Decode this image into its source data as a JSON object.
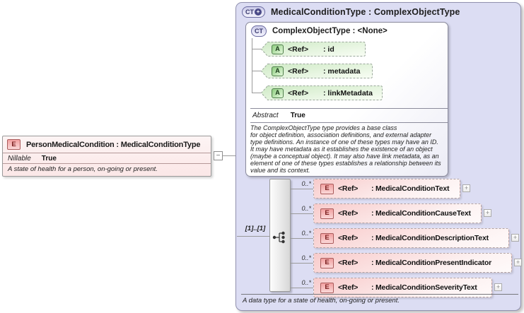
{
  "diagram": {
    "element": {
      "icon": "E",
      "title": "PersonMedicalCondition : MedicalConditionType",
      "property_label": "Nillable",
      "property_value": "True",
      "annotation": "A state of health for a person, on-going or present."
    },
    "type_box": {
      "icon": "CT",
      "icon_badge": "+",
      "title": "MedicalConditionType : ComplexObjectType",
      "annotation": "A data type for a state of health, on-going or present.",
      "base_type": {
        "icon": "CT",
        "title": "ComplexObjectType : <None>",
        "attributes": [
          {
            "icon": "A",
            "ref": "<Ref>",
            "name": ": id"
          },
          {
            "icon": "A",
            "ref": "<Ref>",
            "name": ": metadata"
          },
          {
            "icon": "A",
            "ref": "<Ref>",
            "name": ": linkMetadata"
          }
        ],
        "property_label": "Abstract",
        "property_value": "True",
        "annotation": "The ComplexObjectType type provides a base class\nfor object definition, association definitions, and external adapter\ntype definitions. An instance of one of these types may have an ID.\nIt may have metadata as it establishes the existence of an object\n(maybe a conceptual object). It may also have link metadata, as an\nelement of one of these types establishes a relationship between its\nvalue and its context."
      },
      "sequence": {
        "cardinality": "[1]..[1]",
        "elements": [
          {
            "icon": "E",
            "occurs": "0..*",
            "ref": "<Ref>",
            "name": ": MedicalConditionText"
          },
          {
            "icon": "E",
            "occurs": "0..*",
            "ref": "<Ref>",
            "name": ": MedicalConditionCauseText"
          },
          {
            "icon": "E",
            "occurs": "0..*",
            "ref": "<Ref>",
            "name": ": MedicalConditionDescriptionText"
          },
          {
            "icon": "E",
            "occurs": "0..*",
            "ref": "<Ref>",
            "name": ": MedicalConditionPresentIndicator"
          },
          {
            "icon": "E",
            "occurs": "0..*",
            "ref": "<Ref>",
            "name": ": MedicalConditionSeverityText"
          }
        ]
      }
    },
    "symbols": {
      "collapse": "−",
      "expand": "+"
    },
    "colors": {
      "type_box_fill": "#dcddf3",
      "element_fill": "#fbe7e7",
      "attribute_fill": "#cfeac6",
      "element_icon_border": "#aa5b5b",
      "attribute_icon_border": "#4f7f4a",
      "ct_icon_border": "#6a6aa0",
      "connector": "#9a9a9a"
    }
  }
}
